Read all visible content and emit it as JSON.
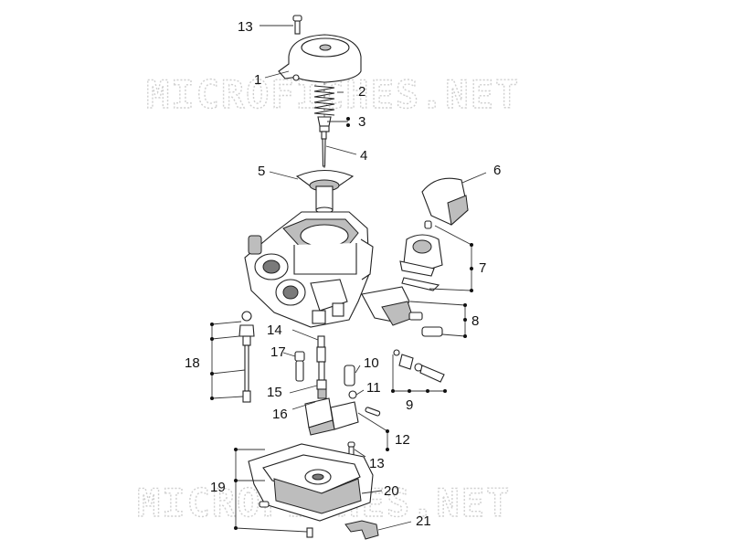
{
  "watermark": "MICROFICHES.NET",
  "callouts": [
    "1",
    "2",
    "3",
    "4",
    "5",
    "6",
    "7",
    "8",
    "9",
    "10",
    "11",
    "12",
    "13",
    "13",
    "14",
    "15",
    "16",
    "17",
    "18",
    "19",
    "20",
    "21"
  ],
  "colors": {
    "line": "#222222",
    "shade": "#bdbdbd",
    "watermark": "#cfcfcf"
  }
}
